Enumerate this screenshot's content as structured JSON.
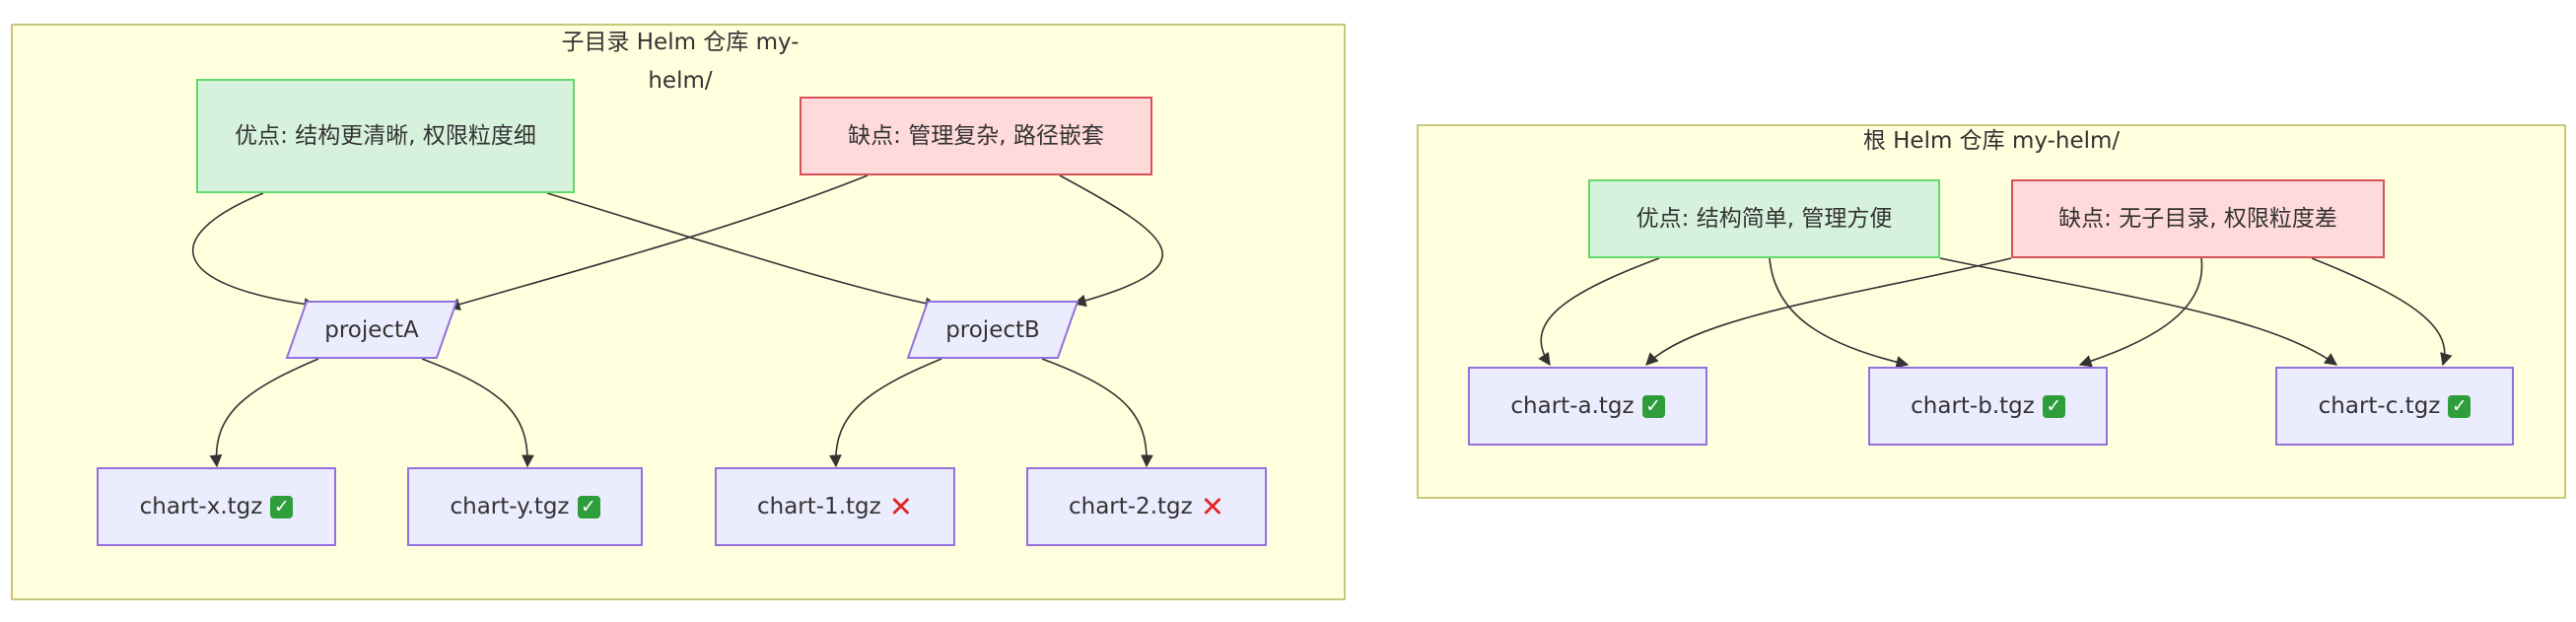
{
  "clusters": {
    "sub": {
      "title": "子目录 Helm 仓库 my-helm/",
      "pro": "优点: 结构更清晰, 权限粒度细",
      "con": "缺点: 管理复杂, 路径嵌套",
      "projects": [
        "projectA",
        "projectB"
      ],
      "charts": [
        {
          "label": "chart-x.tgz",
          "status": "ok"
        },
        {
          "label": "chart-y.tgz",
          "status": "ok"
        },
        {
          "label": "chart-1.tgz",
          "status": "fail"
        },
        {
          "label": "chart-2.tgz",
          "status": "fail"
        }
      ]
    },
    "root": {
      "title": "根 Helm 仓库 my-helm/",
      "pro": "优点: 结构简单, 管理方便",
      "con": "缺点: 无子目录, 权限粒度差",
      "charts": [
        {
          "label": "chart-a.tgz",
          "status": "ok"
        },
        {
          "label": "chart-b.tgz",
          "status": "ok"
        },
        {
          "label": "chart-c.tgz",
          "status": "ok"
        }
      ]
    }
  },
  "marks": {
    "ok": "✓",
    "fail": "✕"
  },
  "colors": {
    "cluster_fill": "#ffffde",
    "cluster_stroke": "#c8c87a",
    "leaf_fill": "#ececff",
    "leaf_stroke": "#9370db",
    "pro_fill": "#d7f2dc",
    "pro_stroke": "#62d96b",
    "con_fill": "#ffdada",
    "con_stroke": "#d8505a",
    "edge": "#333333"
  }
}
